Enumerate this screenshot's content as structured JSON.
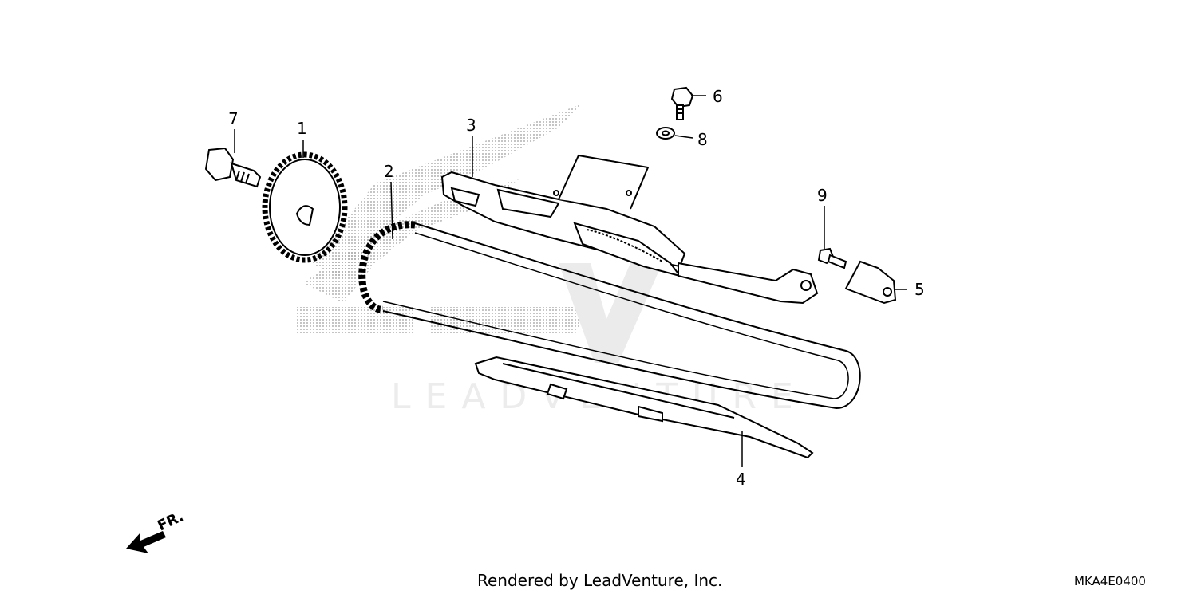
{
  "diagram": {
    "watermark_text": "LEADVENTURE",
    "direction_label": "FR.",
    "callouts": {
      "p1": "1",
      "p2": "2",
      "p3": "3",
      "p4": "4",
      "p5": "5",
      "p6": "6",
      "p7": "7",
      "p8": "8",
      "p9": "9"
    },
    "parts": [
      {
        "callout": "1",
        "name": "cam sprocket"
      },
      {
        "callout": "2",
        "name": "cam chain"
      },
      {
        "callout": "3",
        "name": "chain tensioner arm"
      },
      {
        "callout": "4",
        "name": "chain guide"
      },
      {
        "callout": "5",
        "name": "bracket"
      },
      {
        "callout": "6",
        "name": "bolt"
      },
      {
        "callout": "7",
        "name": "flange bolt"
      },
      {
        "callout": "8",
        "name": "washer"
      },
      {
        "callout": "9",
        "name": "bolt"
      }
    ]
  },
  "footer": {
    "rendered_by": "Rendered by LeadVenture, Inc.",
    "diagram_code": "MKA4E0400"
  }
}
